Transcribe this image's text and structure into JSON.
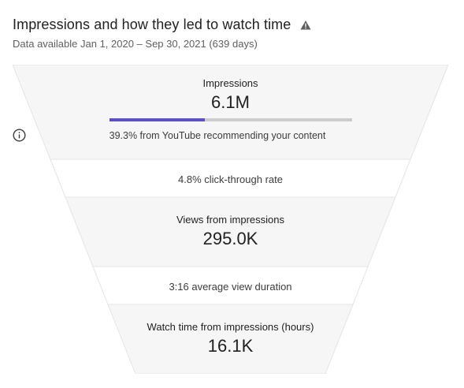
{
  "header": {
    "title": "Impressions and how they led to watch time",
    "warning_icon": "warning-triangle-icon",
    "date_range": "Data available Jan 1, 2020 – Sep 30, 2021 (639 days)"
  },
  "funnel": {
    "impressions": {
      "label": "Impressions",
      "value": "6.1M",
      "source_share": 0.393,
      "source_text": "39.3% from YouTube recommending your content",
      "info_icon": "info-circle-icon"
    },
    "ctr_text": "4.8% click-through rate",
    "views": {
      "label": "Views from impressions",
      "value": "295.0K"
    },
    "avd_text": "3:16 average view duration",
    "watch_time": {
      "label": "Watch time from impressions (hours)",
      "value": "16.1K"
    }
  },
  "colors": {
    "progress_fill": "#5a4fcf",
    "progress_track": "#cccccc",
    "stage_fill": "#f6f6f6",
    "divider": "#e4e4e4"
  }
}
